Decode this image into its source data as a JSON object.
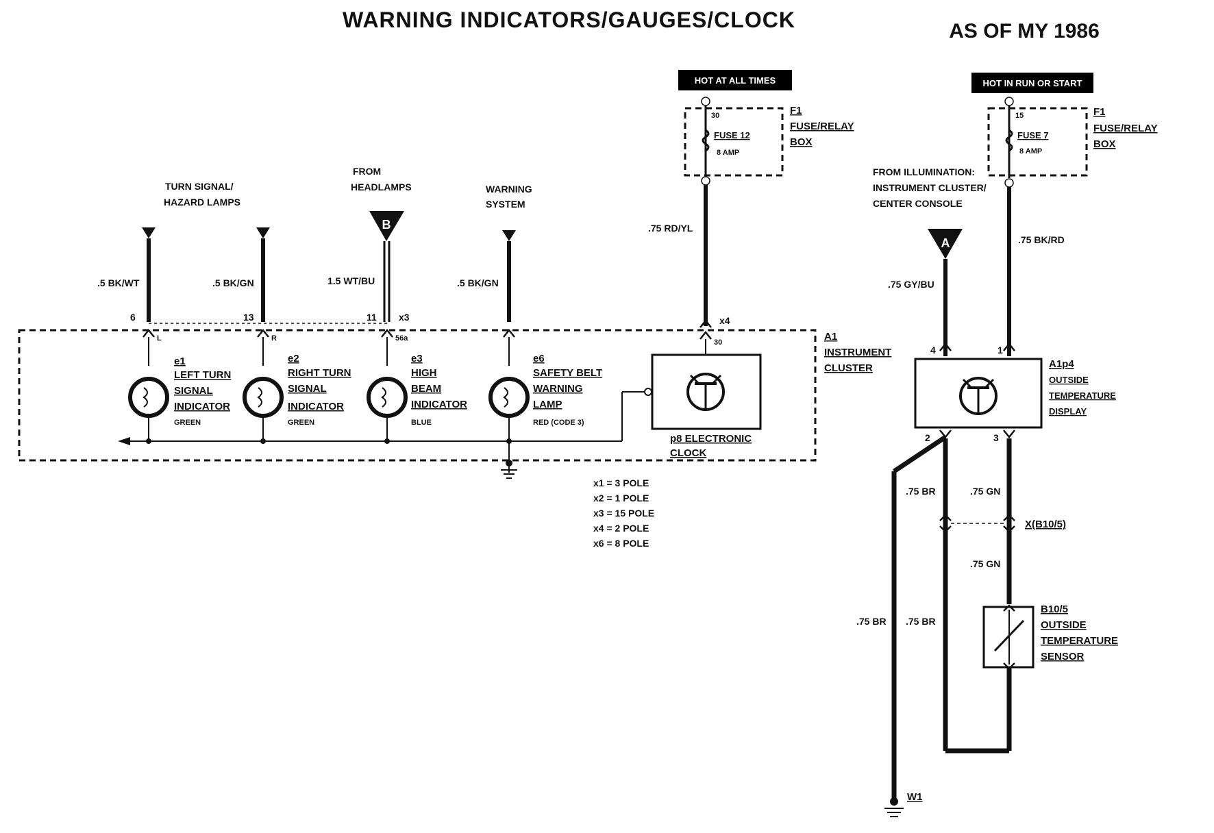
{
  "title": "WARNING INDICATORS/GAUGES/CLOCK",
  "model_year": "AS OF MY 1986",
  "power_sources": {
    "hot_at_all_times": "HOT AT ALL TIMES",
    "hot_in_run_or_start": "HOT IN RUN OR START"
  },
  "fuse_left": {
    "pin": "30",
    "fuse": "FUSE 12",
    "amp": "8 AMP",
    "id": "F1",
    "name1": "FUSE/RELAY",
    "name2": "BOX"
  },
  "fuse_right": {
    "pin": "15",
    "fuse": "FUSE 7",
    "amp": "8 AMP",
    "id": "F1",
    "name1": "FUSE/RELAY",
    "name2": "BOX"
  },
  "sources": {
    "turn_signal": [
      "TURN SIGNAL/",
      "HAZARD LAMPS"
    ],
    "headlamps": [
      "FROM",
      "HEADLAMPS"
    ],
    "warning": [
      "WARNING",
      "SYSTEM"
    ],
    "illumination": [
      "FROM ILLUMINATION:",
      "INSTRUMENT CLUSTER/",
      "CENTER CONSOLE"
    ]
  },
  "connectors": {
    "b": "B",
    "a": "A"
  },
  "wires": {
    "w1": ".5 BK/WT",
    "w2": ".5 BK/GN",
    "w3": "1.5 WT/BU",
    "w4": ".5 BK/GN",
    "w5": ".75 RD/YL",
    "w6": ".75 GY/BU",
    "w7": ".75 BK/RD",
    "w8": ".75 BR",
    "w9": ".75 GN",
    "w10": ".75 GN",
    "w11": ".75 BR",
    "w12": ".75 BR"
  },
  "pins": {
    "p6": "6",
    "p13": "13",
    "p11": "11",
    "x3": "x3",
    "x4": "x4",
    "l": "L",
    "r": "R",
    "p56a": "56a",
    "p30": "30",
    "a4": "4",
    "a1": "1",
    "a2": "2",
    "a3": "3"
  },
  "cluster": {
    "id": "A1",
    "name1": "INSTRUMENT",
    "name2": "CLUSTER"
  },
  "lamps": [
    {
      "id": "e1",
      "line1": "LEFT TURN",
      "line2": "SIGNAL",
      "line3": "INDICATOR",
      "color": "GREEN"
    },
    {
      "id": "e2",
      "line1": "RIGHT TURN",
      "line2": "SIGNAL",
      "line3": "INDICATOR",
      "color": "GREEN"
    },
    {
      "id": "e3",
      "line1": "HIGH",
      "line2": "BEAM",
      "line3": "INDICATOR",
      "color": "BLUE"
    },
    {
      "id": "e6",
      "line1": "SAFETY BELT",
      "line2": "WARNING",
      "line3": "LAMP",
      "color": "RED (CODE 3)"
    }
  ],
  "clock": {
    "line1": "p8 ELECTRONIC",
    "line2": "CLOCK"
  },
  "connector_legend": [
    "x1 = 3 POLE",
    "x2 = 1 POLE",
    "x3 = 15 POLE",
    "x4 = 2 POLE",
    "x6 = 8 POLE"
  ],
  "display": {
    "id": "A1p4",
    "line1": "OUTSIDE",
    "line2": "TEMPERATURE",
    "line3": "DISPLAY"
  },
  "splice": "X(B10/5)",
  "sensor": {
    "id": "B10/5",
    "line1": "OUTSIDE",
    "line2": "TEMPERATURE",
    "line3": "SENSOR"
  },
  "ground": "W1"
}
